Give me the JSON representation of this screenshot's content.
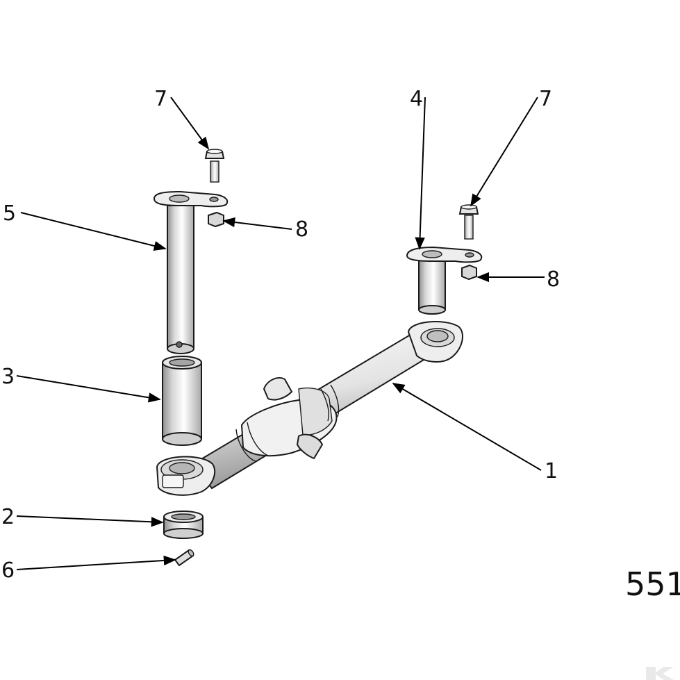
{
  "figure_code": "551",
  "callouts": [
    {
      "id": "c7a",
      "label": "7",
      "part": "bolt"
    },
    {
      "id": "c5",
      "label": "5",
      "part": "long-pin"
    },
    {
      "id": "c8a",
      "label": "8",
      "part": "nut"
    },
    {
      "id": "c4",
      "label": "4",
      "part": "short-pin-with-plate"
    },
    {
      "id": "c7b",
      "label": "7",
      "part": "bolt"
    },
    {
      "id": "c8b",
      "label": "8",
      "part": "nut"
    },
    {
      "id": "c3",
      "label": "3",
      "part": "bushing-sleeve"
    },
    {
      "id": "c1",
      "label": "1",
      "part": "tie-rod-axle"
    },
    {
      "id": "c2",
      "label": "2",
      "part": "bushing-ring"
    },
    {
      "id": "c6",
      "label": "6",
      "part": "roll-pin"
    }
  ],
  "colors": {
    "metal_light": "#f4f4f4",
    "metal_mid": "#dcdcdc",
    "metal_dark": "#9a9a9a",
    "line": "#1a1a1a"
  }
}
